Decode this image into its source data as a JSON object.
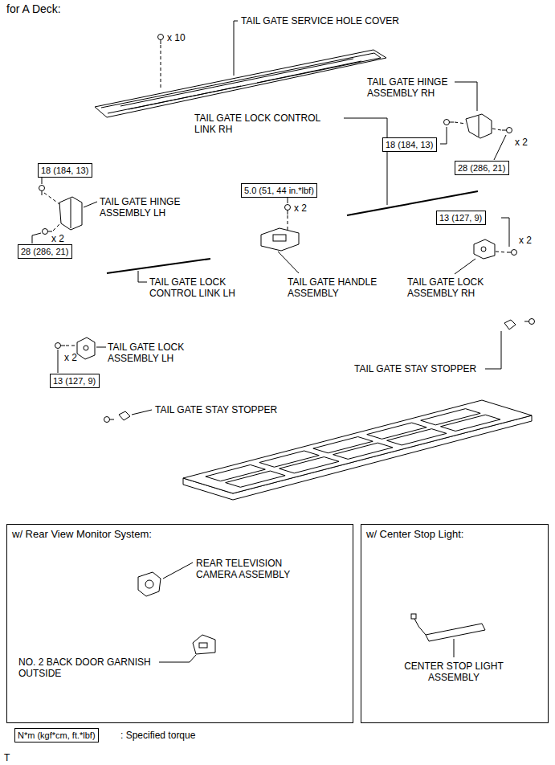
{
  "diagram": {
    "title": "for A Deck:",
    "nodes": [
      {
        "text": [
          "18 (184, 13)"
        ]
      },
      {
        "text": [
          "28 (286, 21)"
        ]
      },
      {
        "text": [
          "18 (184, 13)"
        ]
      },
      {
        "text": [
          "5.0 (51, 44 in.*lbf)"
        ]
      },
      {
        "text": [
          "13 (127, 9)"
        ]
      },
      {
        "text": [
          "28 (286, 21)"
        ]
      },
      {
        "text": [
          "13 (127, 9)"
        ]
      },
      {
        "text": [
          "w/ Rear View Monitor System:"
        ]
      },
      {
        "text": [
          "w/ Center Stop Light:"
        ]
      },
      {
        "text": [
          "N*m (kgf*cm, ft.*lbf)"
        ]
      }
    ],
    "labels": [
      "TAIL GATE SERVICE HOLE COVER",
      "x 10",
      "TAIL GATE HINGE ASSEMBLY RH",
      "TAIL GATE LOCK CONTROL LINK RH",
      "x 2",
      "TAIL GATE HINGE ASSEMBLY LH",
      "x 2",
      "x 2",
      "TAIL GATE LOCK CONTROL LINK LH",
      "TAIL GATE HANDLE ASSEMBLY",
      "x 2",
      "TAIL GATE LOCK ASSEMBLY RH",
      "TAIL GATE LOCK ASSEMBLY LH",
      "x 2",
      "TAIL GATE STAY STOPPER",
      "TAIL GATE STAY STOPPER",
      "REAR TELEVISION CAMERA ASSEMBLY",
      "NO. 2 BACK DOOR GARNISH OUTSIDE",
      "CENTER STOP LIGHT ASSEMBLY",
      ": Specified torque",
      "T"
    ]
  }
}
